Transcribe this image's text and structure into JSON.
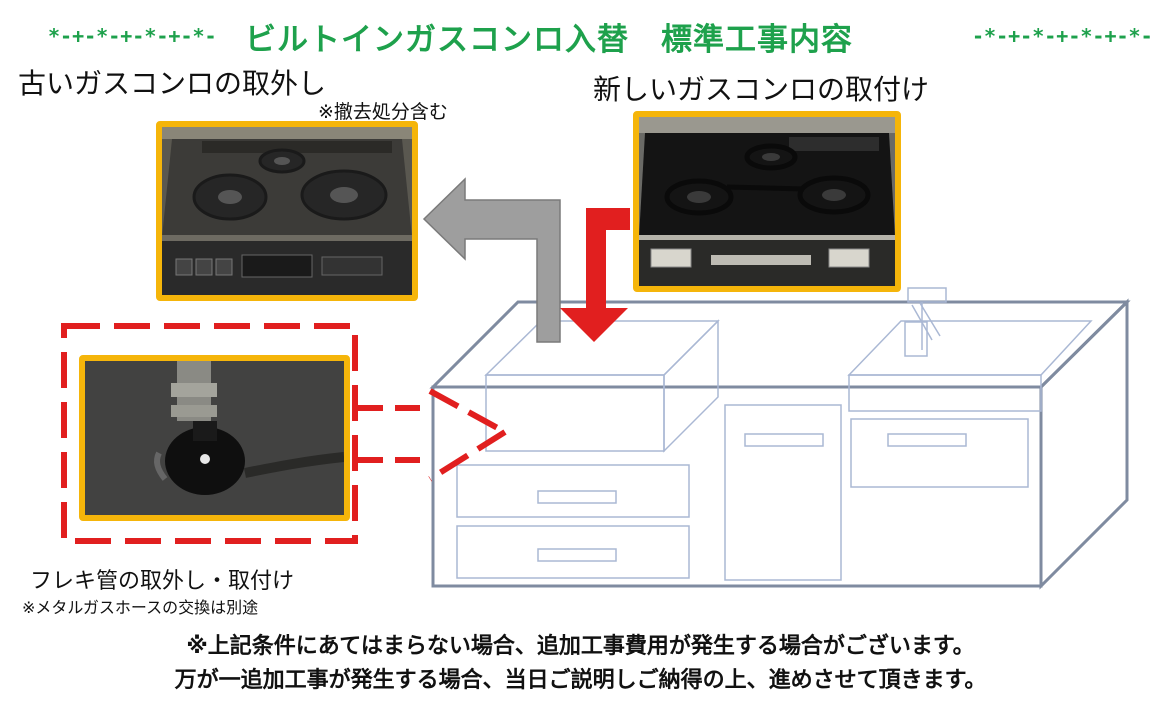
{
  "title": {
    "left_deco": "*-+-*-+-*-+-*-",
    "text": "ビルトインガスコンロ入替　標準工事内容",
    "right_deco": "-*-+-*-+-*-+-*-"
  },
  "old_stove": {
    "heading": "古いガスコンロの取外し",
    "note": "※撤去処分含む",
    "photo_icon": "old-gas-stove-photo"
  },
  "new_stove": {
    "heading": "新しいガスコンロの取付け",
    "photo_icon": "new-gas-stove-photo"
  },
  "hose": {
    "heading": "フレキ管の取外し・取付け",
    "note": "※メタルガスホースの交換は別途",
    "photo_icon": "gas-valve-photo"
  },
  "footer": {
    "line1": "※上記条件にあてはまらない場合、追加工事費用が発生する場合がございます。",
    "line2": "万が一追加工事が発生する場合、当日ご説明しご納得の上、進めさせて頂きます。"
  },
  "colors": {
    "title_green": "#1ea14c",
    "photo_border": "#f5b50a",
    "arrow_red": "#e11f1f",
    "arrow_gray": "#9e9e9e",
    "kitchen_line": "#7f8ba0",
    "kitchen_line_light": "#aab8d4"
  }
}
